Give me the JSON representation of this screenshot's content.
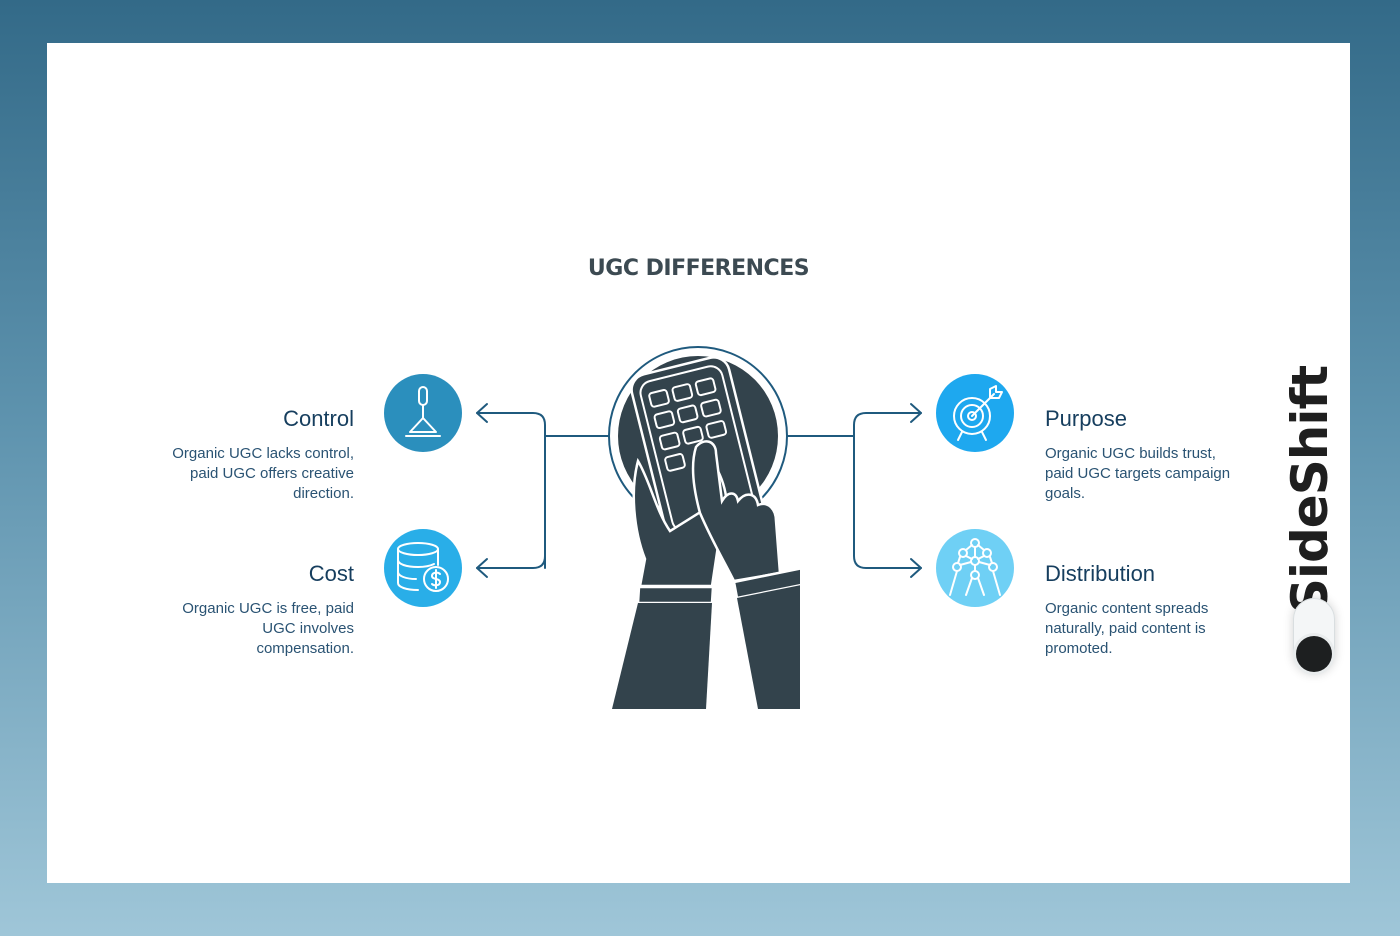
{
  "title": "UGC DIFFERENCES",
  "items": {
    "control": {
      "title": "Control",
      "text": "Organic UGC lacks control, paid UGC offers creative direction.",
      "icon": "plunger-icon",
      "color": "#2b8fbd"
    },
    "cost": {
      "title": "Cost",
      "text": "Organic UGC is free, paid UGC involves compensation.",
      "icon": "coin-stack-dollar-icon",
      "color": "#29aee8"
    },
    "purpose": {
      "title": "Purpose",
      "text": "Organic UGC builds trust, paid UGC targets campaign goals.",
      "icon": "target-arrow-icon",
      "color": "#1ea8ef"
    },
    "distribution": {
      "title": "Distribution",
      "text": "Organic content spreads naturally, paid content is promoted.",
      "icon": "network-tower-icon",
      "color": "#6fd0f5"
    }
  },
  "center_icon": "hands-calculator-icon",
  "brand": {
    "name": "SideShift",
    "toggle_icon": "toggle-switch-icon"
  },
  "colors": {
    "accent": "#163e5e",
    "line": "#1f5a7e",
    "figure": "#33434c"
  }
}
